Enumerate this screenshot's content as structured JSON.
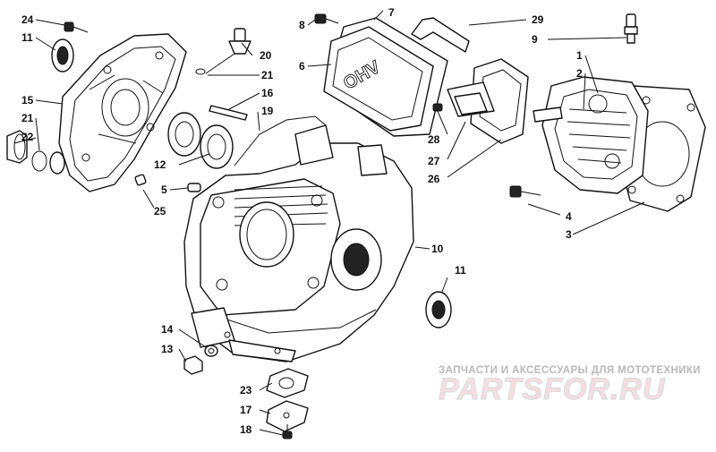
{
  "callouts": [
    {
      "id": "c24",
      "text": "24"
    },
    {
      "id": "c11a",
      "text": "11"
    },
    {
      "id": "c15",
      "text": "15"
    },
    {
      "id": "c21a",
      "text": "21"
    },
    {
      "id": "c22",
      "text": "22"
    },
    {
      "id": "c20",
      "text": "20"
    },
    {
      "id": "c21b",
      "text": "21"
    },
    {
      "id": "c16",
      "text": "16"
    },
    {
      "id": "c19",
      "text": "19"
    },
    {
      "id": "c12",
      "text": "12"
    },
    {
      "id": "c5",
      "text": "5"
    },
    {
      "id": "c25",
      "text": "25"
    },
    {
      "id": "c7",
      "text": "7"
    },
    {
      "id": "c8",
      "text": "8"
    },
    {
      "id": "c6",
      "text": "6"
    },
    {
      "id": "c29",
      "text": "29"
    },
    {
      "id": "c9",
      "text": "9"
    },
    {
      "id": "c1",
      "text": "1"
    },
    {
      "id": "c2",
      "text": "2"
    },
    {
      "id": "c28",
      "text": "28"
    },
    {
      "id": "c27",
      "text": "27"
    },
    {
      "id": "c26",
      "text": "26"
    },
    {
      "id": "c4",
      "text": "4"
    },
    {
      "id": "c3",
      "text": "3"
    },
    {
      "id": "c10",
      "text": "10"
    },
    {
      "id": "c11b",
      "text": "11"
    },
    {
      "id": "c14",
      "text": "14"
    },
    {
      "id": "c13",
      "text": "13"
    },
    {
      "id": "c23",
      "text": "23"
    },
    {
      "id": "c17",
      "text": "17"
    },
    {
      "id": "c18",
      "text": "18"
    }
  ],
  "cover_marking": "OHV",
  "watermark": {
    "subtitle": "ЗАПЧАСТИ И АКСЕССУАРЫ ДЛЯ МОТОТЕХНИКИ",
    "brand": "PARTSFOR.RU"
  },
  "colors": {
    "ink": "#111111",
    "background": "#ffffff",
    "watermark_red": "#e8a8a8",
    "watermark_grey": "#c8c8c8"
  }
}
